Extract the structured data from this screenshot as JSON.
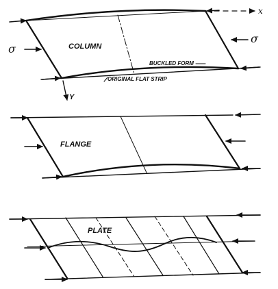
{
  "column": {
    "label": "COLUMN",
    "stress_symbol_left": "σ",
    "stress_symbol_right": "σ",
    "axis_x": "x",
    "axis_y": "Y",
    "buckled_form_label": "BUCKLED FORM",
    "flat_strip_label": "ORIGINAL FLAT STRIP"
  },
  "flange": {
    "label": "FLANGE"
  },
  "plate": {
    "label": "PLATE"
  }
}
